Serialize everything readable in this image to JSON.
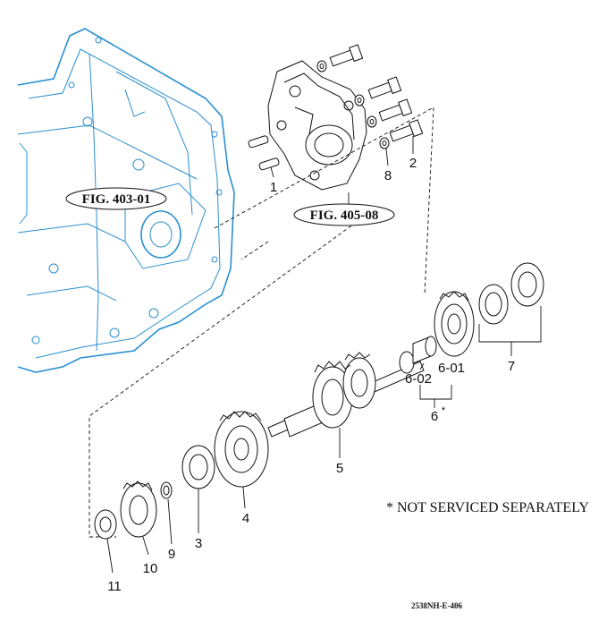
{
  "figure_refs": {
    "housing": "FIG. 403-01",
    "cover": "FIG. 405-08"
  },
  "callouts": {
    "p1": "1",
    "p2": "2",
    "p3": "3",
    "p4": "4",
    "p5": "5",
    "p6": "6",
    "p6_mark": "*",
    "p6_01": "6-01",
    "p6_02": "6-02",
    "p7": "7",
    "p8": "8",
    "p9": "9",
    "p10": "10",
    "p11": "11"
  },
  "note": "* NOT SERVICED SEPARATELY",
  "drawing_code": "2538NH-E-406",
  "colors": {
    "housing_line": "#2a8fd0",
    "part_line": "#111111"
  }
}
